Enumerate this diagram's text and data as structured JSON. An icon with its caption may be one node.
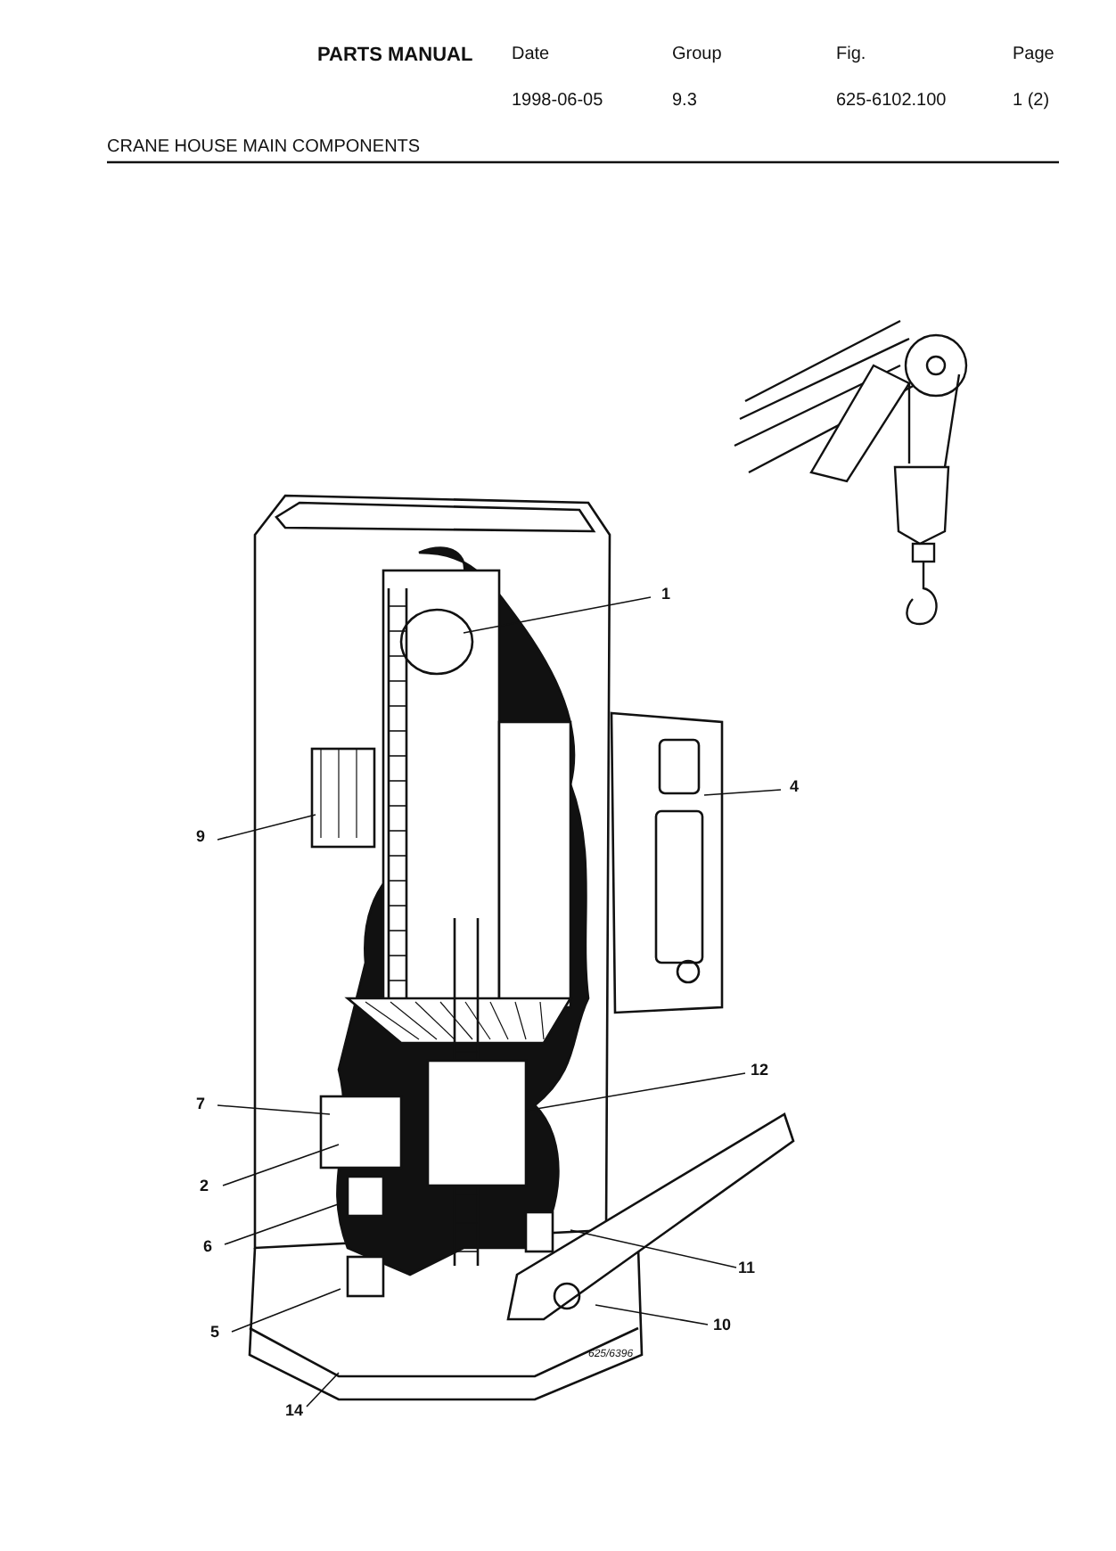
{
  "diagram": {
    "title": "CRANE HOUSE MAIN COMPONENTS",
    "nodes": [
      {
        "text": [
          "1"
        ]
      },
      {
        "text": [
          "4"
        ]
      },
      {
        "text": [
          "9"
        ]
      },
      {
        "text": [
          "12"
        ]
      },
      {
        "text": [
          "7"
        ]
      },
      {
        "text": [
          "2"
        ]
      },
      {
        "text": [
          "6"
        ]
      },
      {
        "text": [
          "11"
        ]
      },
      {
        "text": [
          "10"
        ]
      },
      {
        "text": [
          "5"
        ]
      },
      {
        "text": [
          "14"
        ]
      }
    ],
    "edges": [
      {
        "from": 0,
        "to": null,
        "arrow": "none"
      },
      {
        "from": 1,
        "to": null,
        "arrow": "none"
      },
      {
        "from": 2,
        "to": null,
        "arrow": "none"
      },
      {
        "from": 3,
        "to": null,
        "arrow": "none"
      },
      {
        "from": 4,
        "to": null,
        "arrow": "none"
      },
      {
        "from": 5,
        "to": null,
        "arrow": "none"
      },
      {
        "from": 6,
        "to": null,
        "arrow": "none"
      },
      {
        "from": 7,
        "to": null,
        "arrow": "none"
      },
      {
        "from": 8,
        "to": null,
        "arrow": "none"
      },
      {
        "from": 9,
        "to": null,
        "arrow": "none"
      },
      {
        "from": 10,
        "to": null,
        "arrow": "none"
      }
    ],
    "labels": [
      "PARTS MANUAL",
      "Date",
      "Group",
      "Fig.",
      "Page",
      "1998-06-05",
      "9.3",
      "625-6102.100",
      "1 (2)",
      "625/6396"
    ]
  }
}
